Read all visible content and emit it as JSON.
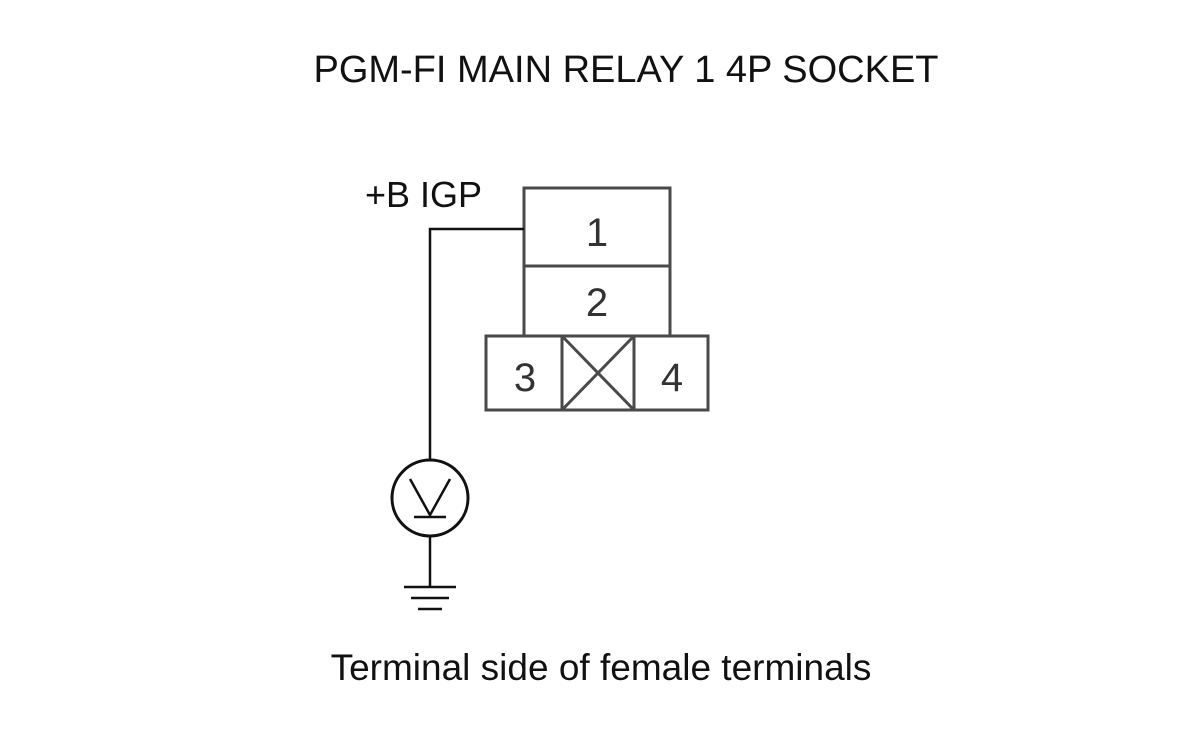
{
  "diagram": {
    "title": "PGM-FI MAIN RELAY 1 4P SOCKET",
    "wire_label": "+B IGP",
    "caption": "Terminal side of female terminals",
    "terminals": {
      "t1": "1",
      "t2": "2",
      "t3": "3",
      "t4": "4"
    },
    "meter_icon": "voltmeter-icon",
    "ground_icon": "ground-icon"
  }
}
